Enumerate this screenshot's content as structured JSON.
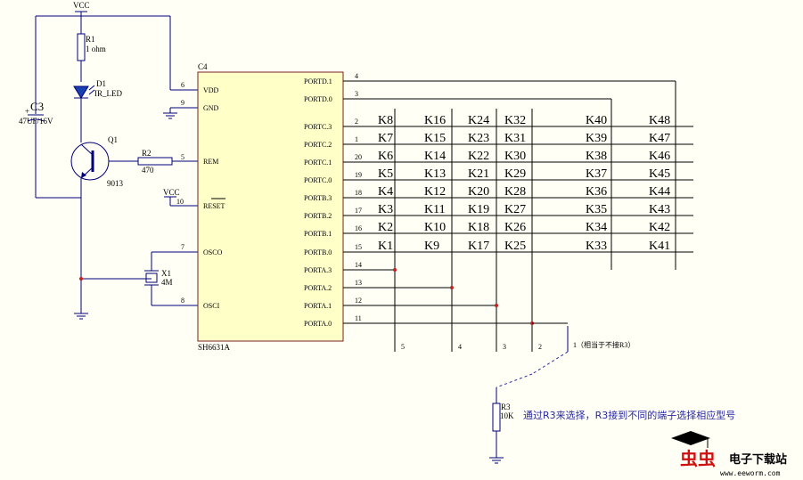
{
  "power": {
    "vcc_top": "VCC",
    "vcc_reset": "VCC"
  },
  "components": {
    "r1": {
      "ref": "R1",
      "value": "1 ohm"
    },
    "d1": {
      "ref": "D1",
      "value": "IR_LED"
    },
    "c3": {
      "ref": "C3",
      "value": "47UF/16V"
    },
    "q1": {
      "ref": "Q1",
      "value": "9013"
    },
    "r2": {
      "ref": "R2",
      "value": "470"
    },
    "x1": {
      "ref": "X1",
      "value": "4M"
    },
    "r3": {
      "ref": "R3",
      "value": "10K"
    },
    "ic": {
      "ref": "C4",
      "part": "SH6631A"
    }
  },
  "ic_left_pins": [
    {
      "num": "6",
      "name": "VDD"
    },
    {
      "num": "9",
      "name": "GND"
    },
    {
      "num": "5",
      "name": "REM"
    },
    {
      "num": "10",
      "name": "RESET"
    },
    {
      "num": "7",
      "name": "OSCO"
    },
    {
      "num": "8",
      "name": "OSCI"
    }
  ],
  "ic_right_pins": [
    {
      "num": "4",
      "name": "PORTD.1"
    },
    {
      "num": "3",
      "name": "PORTD.0"
    },
    {
      "num": "2",
      "name": "PORTC.3"
    },
    {
      "num": "1",
      "name": "PORTC.2"
    },
    {
      "num": "20",
      "name": "PORTC.1"
    },
    {
      "num": "19",
      "name": "PORTC.0"
    },
    {
      "num": "18",
      "name": "PORTB.3"
    },
    {
      "num": "17",
      "name": "PORTB.2"
    },
    {
      "num": "16",
      "name": "PORTB.1"
    },
    {
      "num": "15",
      "name": "PORTB.0"
    },
    {
      "num": "14",
      "name": "PORTA.3"
    },
    {
      "num": "13",
      "name": "PORTA.2"
    },
    {
      "num": "12",
      "name": "PORTA.1"
    },
    {
      "num": "11",
      "name": "PORTA.0"
    }
  ],
  "key_rows": [
    [
      "K8",
      "K16",
      "K24",
      "K32",
      "K40",
      "K48"
    ],
    [
      "K7",
      "K15",
      "K23",
      "K31",
      "K39",
      "K47"
    ],
    [
      "K6",
      "K14",
      "K22",
      "K30",
      "K38",
      "K46"
    ],
    [
      "K5",
      "K13",
      "K21",
      "K29",
      "K37",
      "K45"
    ],
    [
      "K4",
      "K12",
      "K20",
      "K28",
      "K36",
      "K44"
    ],
    [
      "K3",
      "K11",
      "K19",
      "K27",
      "K35",
      "K43"
    ],
    [
      "K2",
      "K10",
      "K18",
      "K26",
      "K34",
      "K42"
    ],
    [
      "K1",
      "K9",
      "K17",
      "K25",
      "K33",
      "K41"
    ]
  ],
  "select_terminals": [
    "5",
    "4",
    "3",
    "2"
  ],
  "annotations": {
    "terminal_1": "1（相当于不接R3）",
    "select_note": "通过R3来选择，R3接到不同的端子选择相应型号"
  },
  "logo": {
    "brand": "虫虫",
    "text": "电子下载站",
    "url": "www.eeworm.com"
  }
}
